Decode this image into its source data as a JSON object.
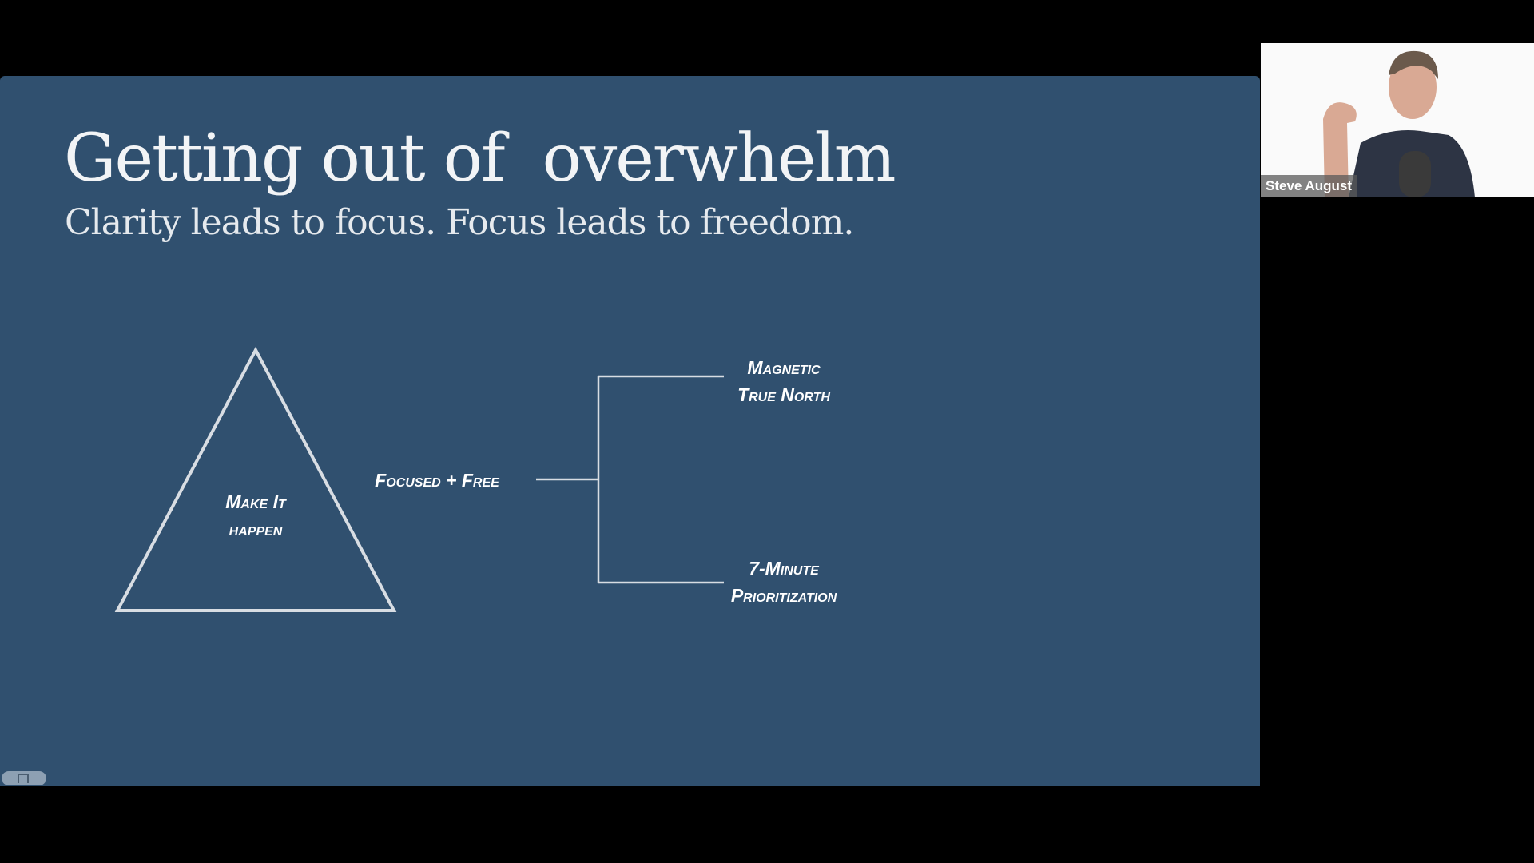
{
  "slide": {
    "title": "Getting out of  overwhelm",
    "subtitle": "Clarity leads to focus. Focus leads to freedom.",
    "diagram": {
      "triangle_label_line1": "Make It",
      "triangle_label_line2": "happen",
      "center_label": "Focused + Free",
      "branch_top_line1": "Magnetic",
      "branch_top_line2": "True North",
      "branch_bottom_line1": "7-Minute",
      "branch_bottom_line2": "Prioritization"
    }
  },
  "video": {
    "participant_name": "Steve August"
  }
}
